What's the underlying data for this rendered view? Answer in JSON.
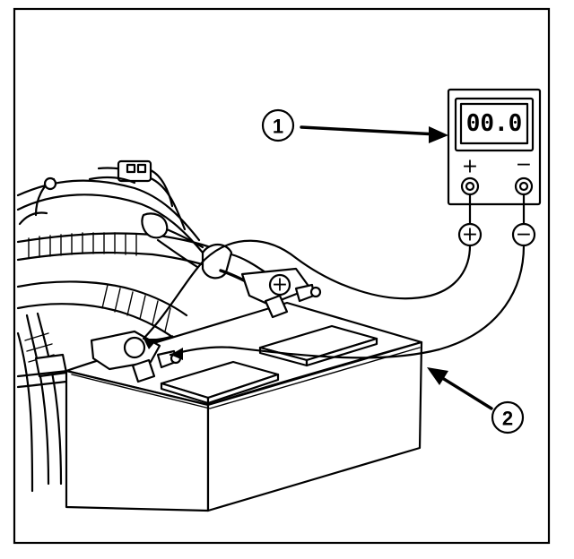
{
  "meter": {
    "display_reading": "00.0",
    "positive_sign": "+",
    "negative_sign": "−"
  },
  "probes": {
    "positive_sign": "+",
    "negative_sign": "−"
  },
  "terminal": {
    "positive_sign": "+"
  },
  "callouts": [
    {
      "number": "1"
    },
    {
      "number": "2"
    }
  ]
}
